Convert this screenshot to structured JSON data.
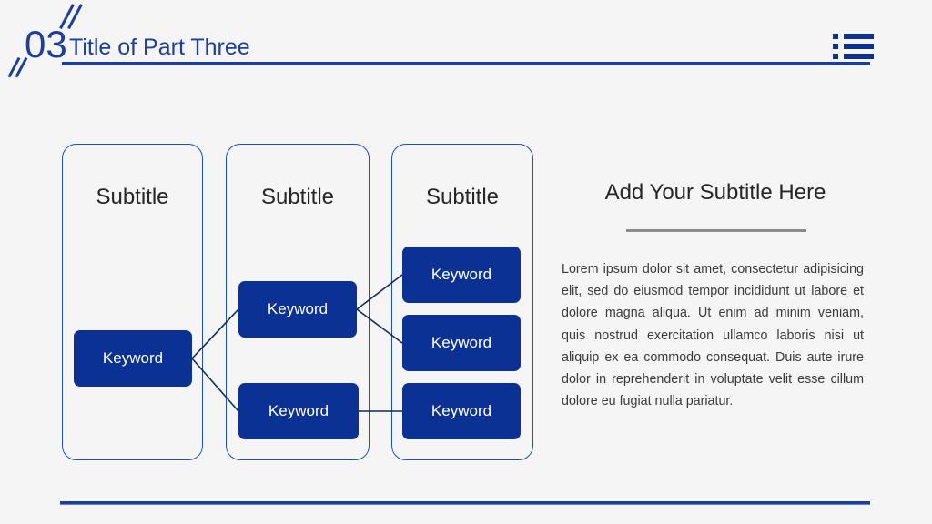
{
  "header": {
    "number": "03",
    "title": "Title of Part Three",
    "list_icon": "list-icon",
    "accent_color": "#1a3fa0"
  },
  "cards": [
    {
      "title": "Subtitle",
      "keywords": [
        "Keyword"
      ]
    },
    {
      "title": "Subtitle",
      "keywords": [
        "Keyword",
        "Keyword"
      ]
    },
    {
      "title": "Subtitle",
      "keywords": [
        "Keyword",
        "Keyword",
        "Keyword"
      ]
    }
  ],
  "keywords": {
    "a": "Keyword",
    "b1": "Keyword",
    "b2": "Keyword",
    "c1": "Keyword",
    "c2": "Keyword",
    "c3": "Keyword"
  },
  "right_panel": {
    "title": "Add Your Subtitle Here",
    "body": "Lorem ipsum dolor sit amet, consectetur adipisicing elit, sed do eiusmod tempor incididunt ut labore et dolore magna aliqua. Ut enim ad minim veniam, quis nostrud exercitation ullamco laboris nisi ut aliquip ex ea commodo consequat. Duis aute irure dolor in reprehenderit in voluptate velit esse cillum dolore eu fugiat nulla pariatur."
  },
  "theme": {
    "background": "#f5f5f5",
    "accent_blue": "#1a3fa0",
    "box_blue": "#0a3193",
    "card_border": "#1f4fc4",
    "divider_gray": "#8c8c8c",
    "text_dark": "#262626"
  }
}
